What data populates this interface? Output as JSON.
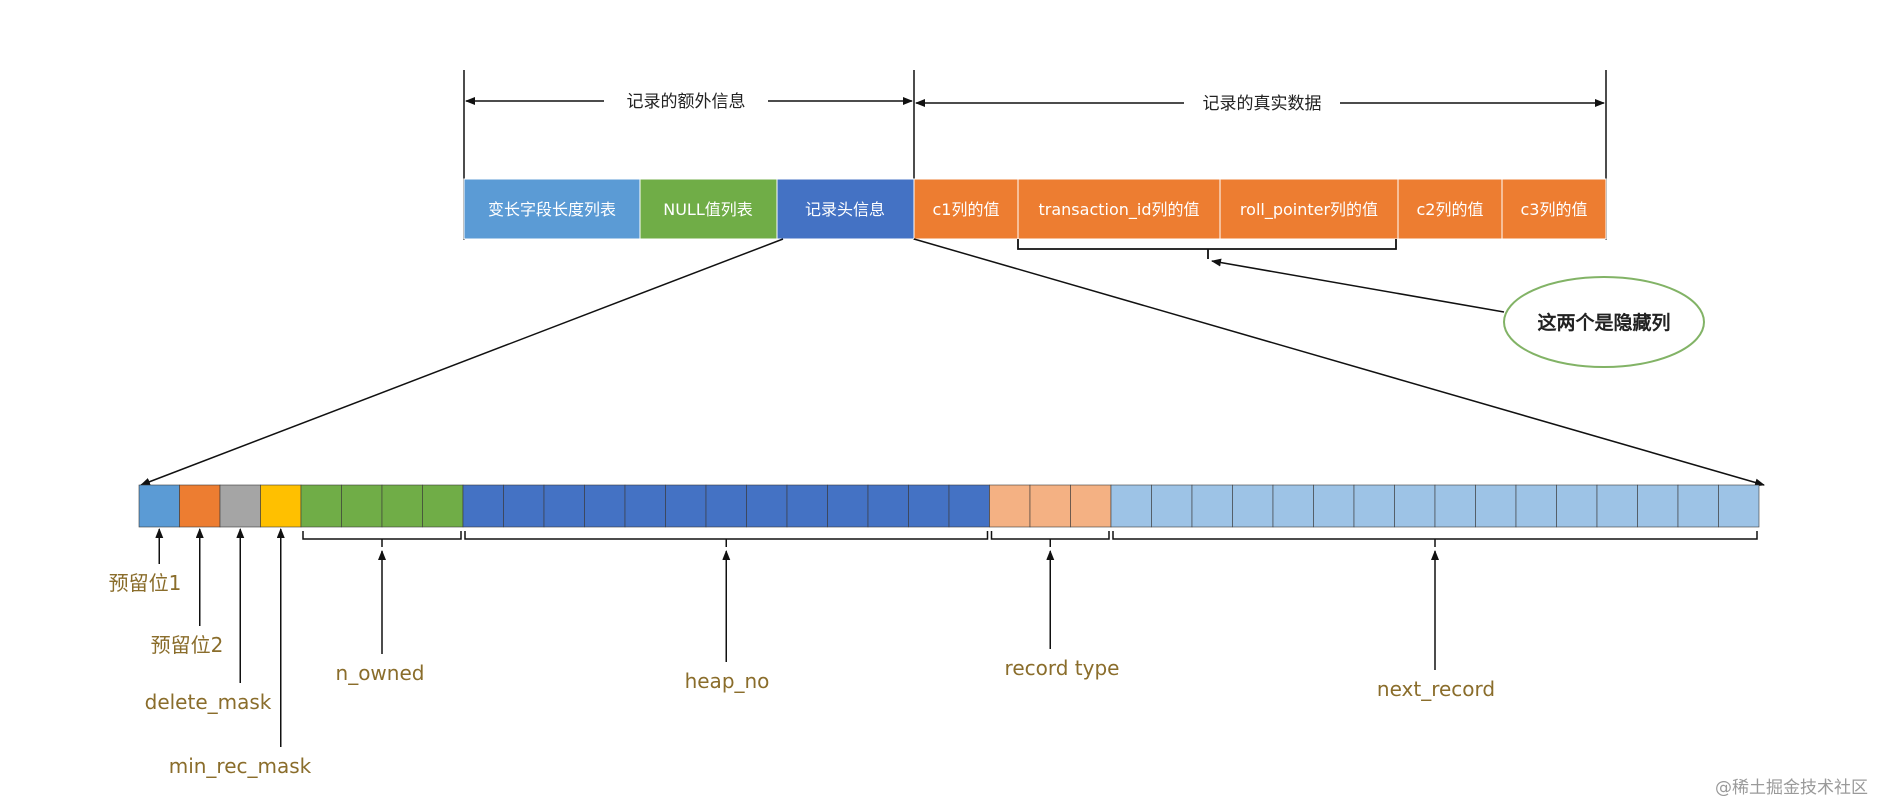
{
  "header": {
    "extra_info_label": "记录的额外信息",
    "real_data_label": "记录的真实数据"
  },
  "record_cells": [
    {
      "id": "var-len-list",
      "label": "变长字段长度列表",
      "color": "#5b9bd5"
    },
    {
      "id": "null-list",
      "label": "NULL值列表",
      "color": "#70ad47"
    },
    {
      "id": "record-header",
      "label": "记录头信息",
      "color": "#4472c4"
    },
    {
      "id": "c1",
      "label": "c1列的值",
      "color": "#ed7d31"
    },
    {
      "id": "transaction-id",
      "label": "transaction_id列的值",
      "color": "#ed7d31"
    },
    {
      "id": "roll-pointer",
      "label": "roll_pointer列的值",
      "color": "#ed7d31"
    },
    {
      "id": "c2",
      "label": "c2列的值",
      "color": "#ed7d31"
    },
    {
      "id": "c3",
      "label": "c3列的值",
      "color": "#ed7d31"
    }
  ],
  "callout": {
    "label": "这两个是隐藏列",
    "border_color": "#82b366"
  },
  "header_bits": {
    "groups": [
      {
        "id": "reserved-1",
        "label": "预留位1",
        "bits": 1,
        "color": "#5b9bd5"
      },
      {
        "id": "reserved-2",
        "label": "预留位2",
        "bits": 1,
        "color": "#ed7d31"
      },
      {
        "id": "delete-mask",
        "label": "delete_mask",
        "bits": 1,
        "color": "#a5a5a5"
      },
      {
        "id": "min-rec-mask",
        "label": "min_rec_mask",
        "bits": 1,
        "color": "#ffc000"
      },
      {
        "id": "n-owned",
        "label": "n_owned",
        "bits": 4,
        "color": "#70ad47"
      },
      {
        "id": "heap-no",
        "label": "heap_no",
        "bits": 13,
        "color": "#4472c4"
      },
      {
        "id": "record-type",
        "label": "record type",
        "bits": 3,
        "color": "#f4b183"
      },
      {
        "id": "next-record",
        "label": "next_record",
        "bits": 16,
        "color": "#9dc3e6"
      }
    ]
  },
  "watermark": "@稀土掘金技术社区"
}
